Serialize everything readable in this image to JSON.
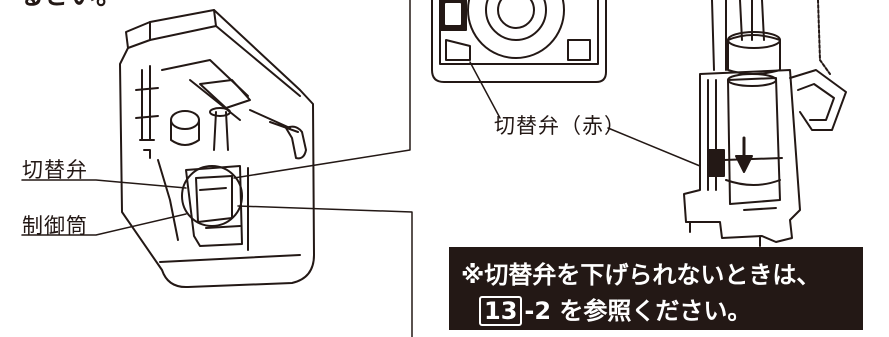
{
  "header": {
    "partial_text": "るさい。"
  },
  "labels": {
    "switch_valve": "切替弁",
    "control_tube": "制御筒",
    "switch_valve_red": "切替弁（赤）"
  },
  "note": {
    "line1": "※切替弁を下げられないときは、",
    "ref_number": "13",
    "line2_rest": "-2 を参照ください。"
  },
  "colors": {
    "ink": "#231815",
    "note_bg": "#231815",
    "note_text": "#ffffff"
  }
}
